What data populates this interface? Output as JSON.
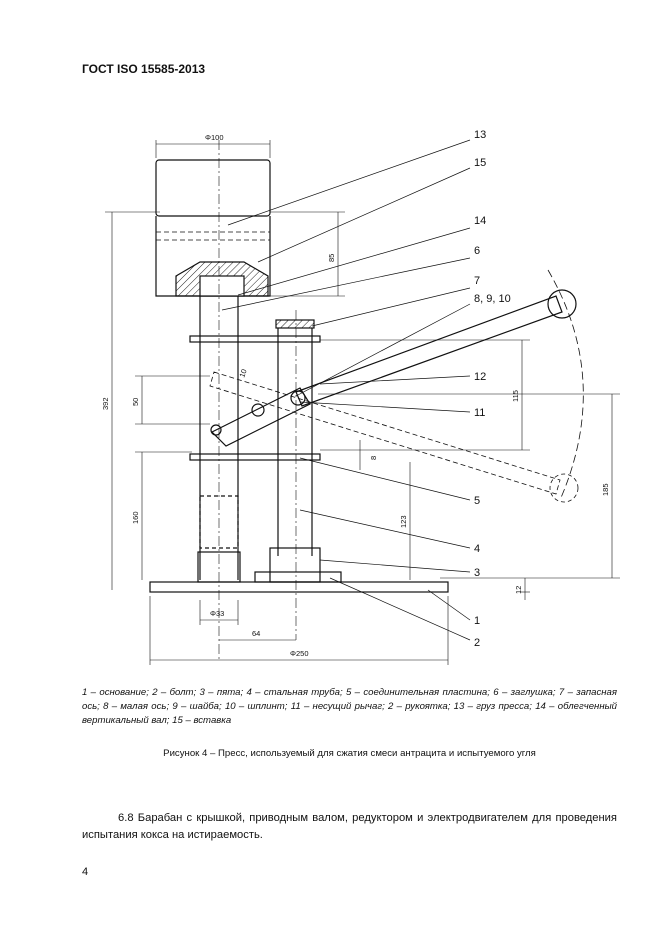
{
  "header": {
    "standard": "ГОСТ ISO 15585-2013"
  },
  "figure": {
    "callouts": [
      "13",
      "15",
      "14",
      "6",
      "7",
      "8, 9, 10",
      "12",
      "11",
      "5",
      "4",
      "3",
      "1",
      "2"
    ],
    "dimensions": {
      "d100": "Φ100",
      "d85": "85",
      "d392": "392",
      "d50": "50",
      "d160": "160",
      "d115": "115",
      "d8": "8",
      "d123": "123",
      "d185": "185",
      "d12": "12",
      "d33": "Φ33",
      "d64": "64",
      "d250": "Φ250",
      "a10": "10"
    },
    "legend": [
      {
        "n": "1",
        "t": " – основание; "
      },
      {
        "n": "2",
        "t": " – болт; "
      },
      {
        "n": "3",
        "t": " – пята; "
      },
      {
        "n": "4",
        "t": " – стальная труба; "
      },
      {
        "n": "5",
        "t": " – соединительная пластина; "
      },
      {
        "n": "6",
        "t": " – заглушка; "
      },
      {
        "n": "7",
        "t": " – запасная ось; "
      },
      {
        "n": "8",
        "t": " – малая ось; "
      },
      {
        "n": "9",
        "t": " – шайба; "
      },
      {
        "n": "10",
        "t": " – шплинт; "
      },
      {
        "n": "11",
        "t": " – несущий рычаг; "
      },
      {
        "n": "2",
        "t": " – рукоятка; "
      },
      {
        "n": "13",
        "t": " – груз пресса; "
      },
      {
        "n": "14",
        "t": " – облегченный вертикальный вал; "
      },
      {
        "n": "15",
        "t": " – вставка"
      }
    ],
    "caption": "Рисунок 4 – Пресс, используемый для сжатия смеси антрацита и испытуемого угля"
  },
  "body": {
    "paragraph": "6.8 Барабан с крышкой, приводным валом, редуктором и электродвигателем для проведения испытания кокса на истираемость."
  },
  "footer": {
    "page_number": "4"
  }
}
